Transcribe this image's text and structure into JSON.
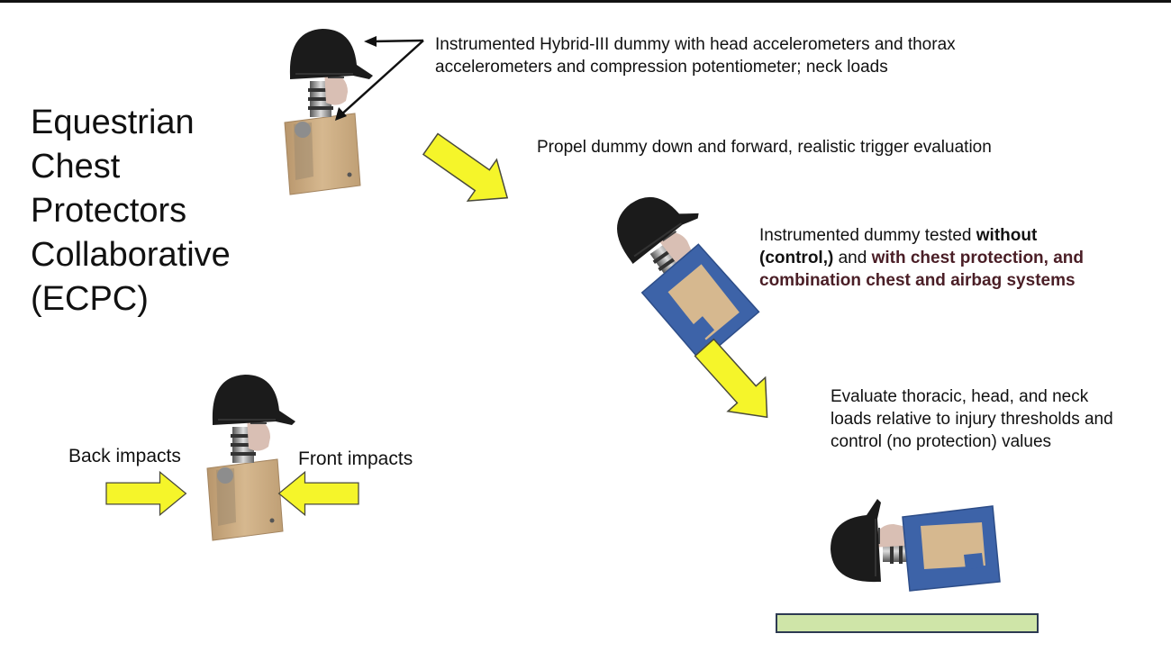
{
  "title": {
    "lines": [
      "Equestrian",
      "Chest",
      "Protectors",
      "Collaborative",
      "(ECPC)"
    ]
  },
  "notes": {
    "dummy": {
      "line1": "Instrumented Hybrid-III dummy with head accelerometers and thorax",
      "line2": "accelerometers and compression potentiometer; neck loads"
    },
    "propel": "Propel dummy down and forward, realistic trigger evaluation",
    "tested": {
      "line1_plain": "Instrumented dummy tested ",
      "line1_bold": "without",
      "line2_bold": "(control,)",
      "line2_mid": " and ",
      "line2_emph": "with chest protection, and",
      "line3_emph": "combination chest and airbag systems"
    },
    "evaluate": {
      "line1": "Evaluate thoracic, head, and neck",
      "line2": "loads relative to injury thresholds and",
      "line3": "control (no protection) values"
    }
  },
  "impacts": {
    "back": "Back impacts",
    "front": "Front impacts"
  },
  "colors": {
    "arrow_fill": "#f5f52a",
    "arrow_stroke": "#4a4a3c",
    "protector_blue": "#3d63a8",
    "helmet": "#1b1b1b",
    "skin_tan": "#c9a87e",
    "ground_green": "#cfe5a8",
    "emphasis_text": "#4a1e26"
  },
  "icons": {
    "dummy_figure": "crash-test-dummy-icon",
    "arrow": "yellow-arrow-icon",
    "pointer": "black-pointer-arrow-icon"
  }
}
